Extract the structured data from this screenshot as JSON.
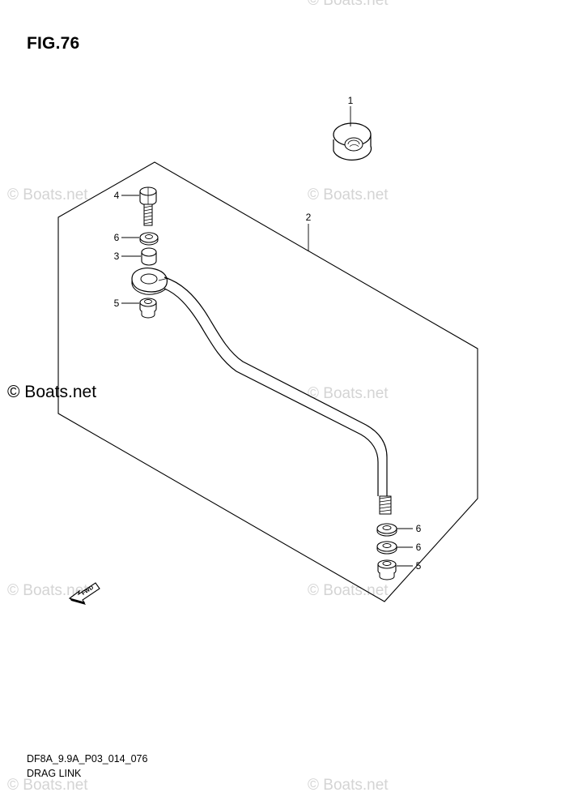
{
  "figure": {
    "title": "FIG.76",
    "drawing_code": "DF8A_9.9A_P03_014_076",
    "name": "DRAG LINK"
  },
  "watermark": {
    "text": "© Boats.net",
    "color": "#d4d4d4"
  },
  "callouts": {
    "c1": "1",
    "c2": "2",
    "c3": "3",
    "c4": "4",
    "c5a": "5",
    "c5b": "5",
    "c6a": "6",
    "c6b": "6",
    "c6c": "6"
  },
  "direction_arrow": {
    "label": "FWD",
    "icon": "fwd-arrow-icon"
  }
}
